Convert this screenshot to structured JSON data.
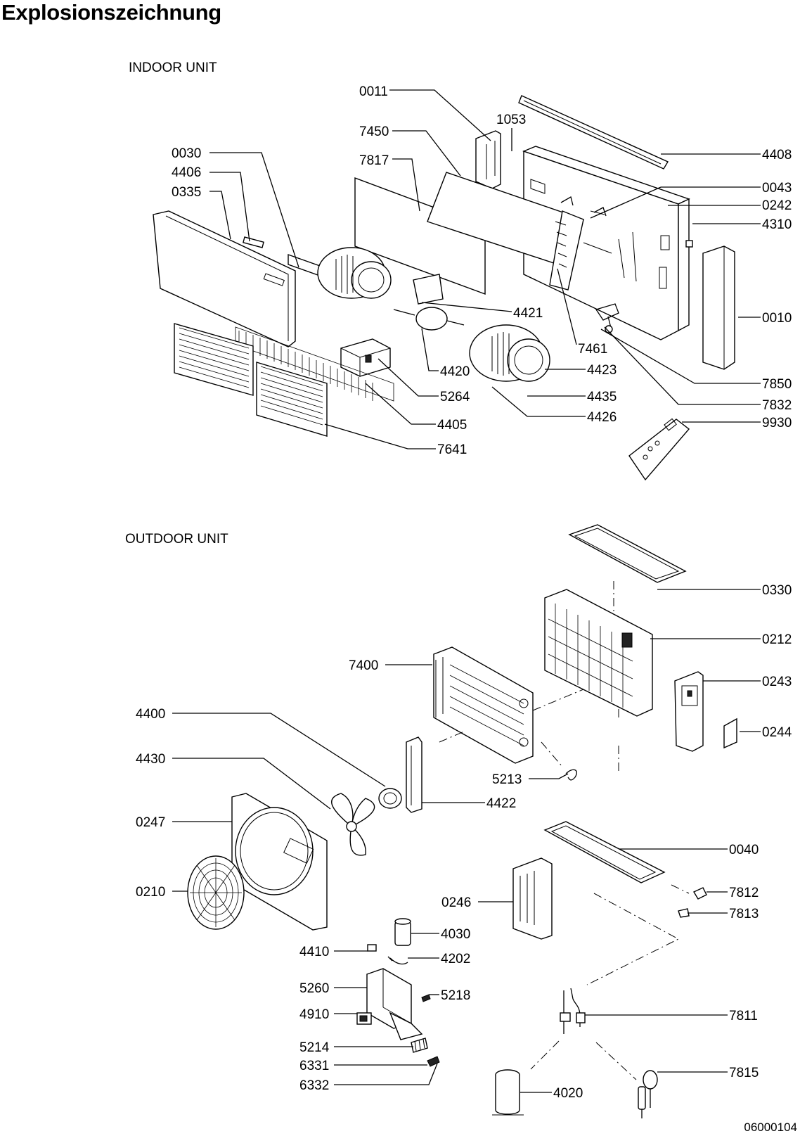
{
  "title": "Explosionszeichnung",
  "sections": {
    "indoor": "INDOOR UNIT",
    "outdoor": "OUTDOOR UNIT"
  },
  "document_number": "06000104",
  "indoor_parts": [
    "0011",
    "1053",
    "7450",
    "7817",
    "0030",
    "4406",
    "0335",
    "4408",
    "0043",
    "0242",
    "4310",
    "0010",
    "4421",
    "7461",
    "4420",
    "4423",
    "5264",
    "4435",
    "7850",
    "4405",
    "4426",
    "7832",
    "9930",
    "7641"
  ],
  "outdoor_parts": [
    "0330",
    "0212",
    "7400",
    "0243",
    "4400",
    "0244",
    "4430",
    "5213",
    "4422",
    "0247",
    "0040",
    "0210",
    "7812",
    "0246",
    "7813",
    "4030",
    "4410",
    "4202",
    "5260",
    "5218",
    "4910",
    "7811",
    "5214",
    "6331",
    "6332",
    "7815",
    "4020"
  ]
}
